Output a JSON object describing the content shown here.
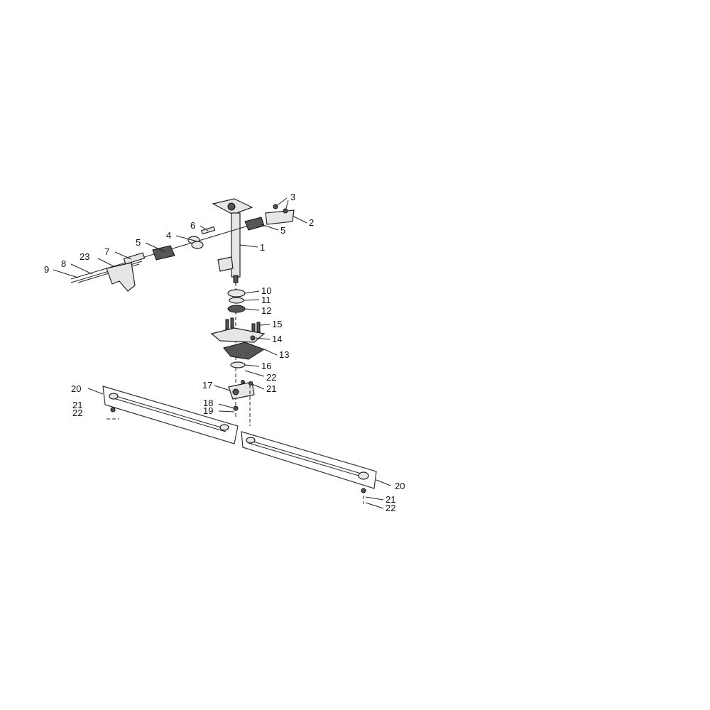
{
  "callouts": {
    "c1": "1",
    "c2": "2",
    "c3": "3",
    "c4": "4",
    "c5a": "5",
    "c5b": "5",
    "c6": "6",
    "c7": "7",
    "c8": "8",
    "c9": "9",
    "c10": "10",
    "c11": "11",
    "c12": "12",
    "c13": "13",
    "c14": "14",
    "c15": "15",
    "c16": "16",
    "c17": "17",
    "c18": "18",
    "c19": "19",
    "c20a": "20",
    "c20b": "20",
    "c21a": "21",
    "c21b": "21",
    "c21c": "21",
    "c22a": "22",
    "c22b": "22",
    "c22c": "22",
    "c23": "23"
  }
}
